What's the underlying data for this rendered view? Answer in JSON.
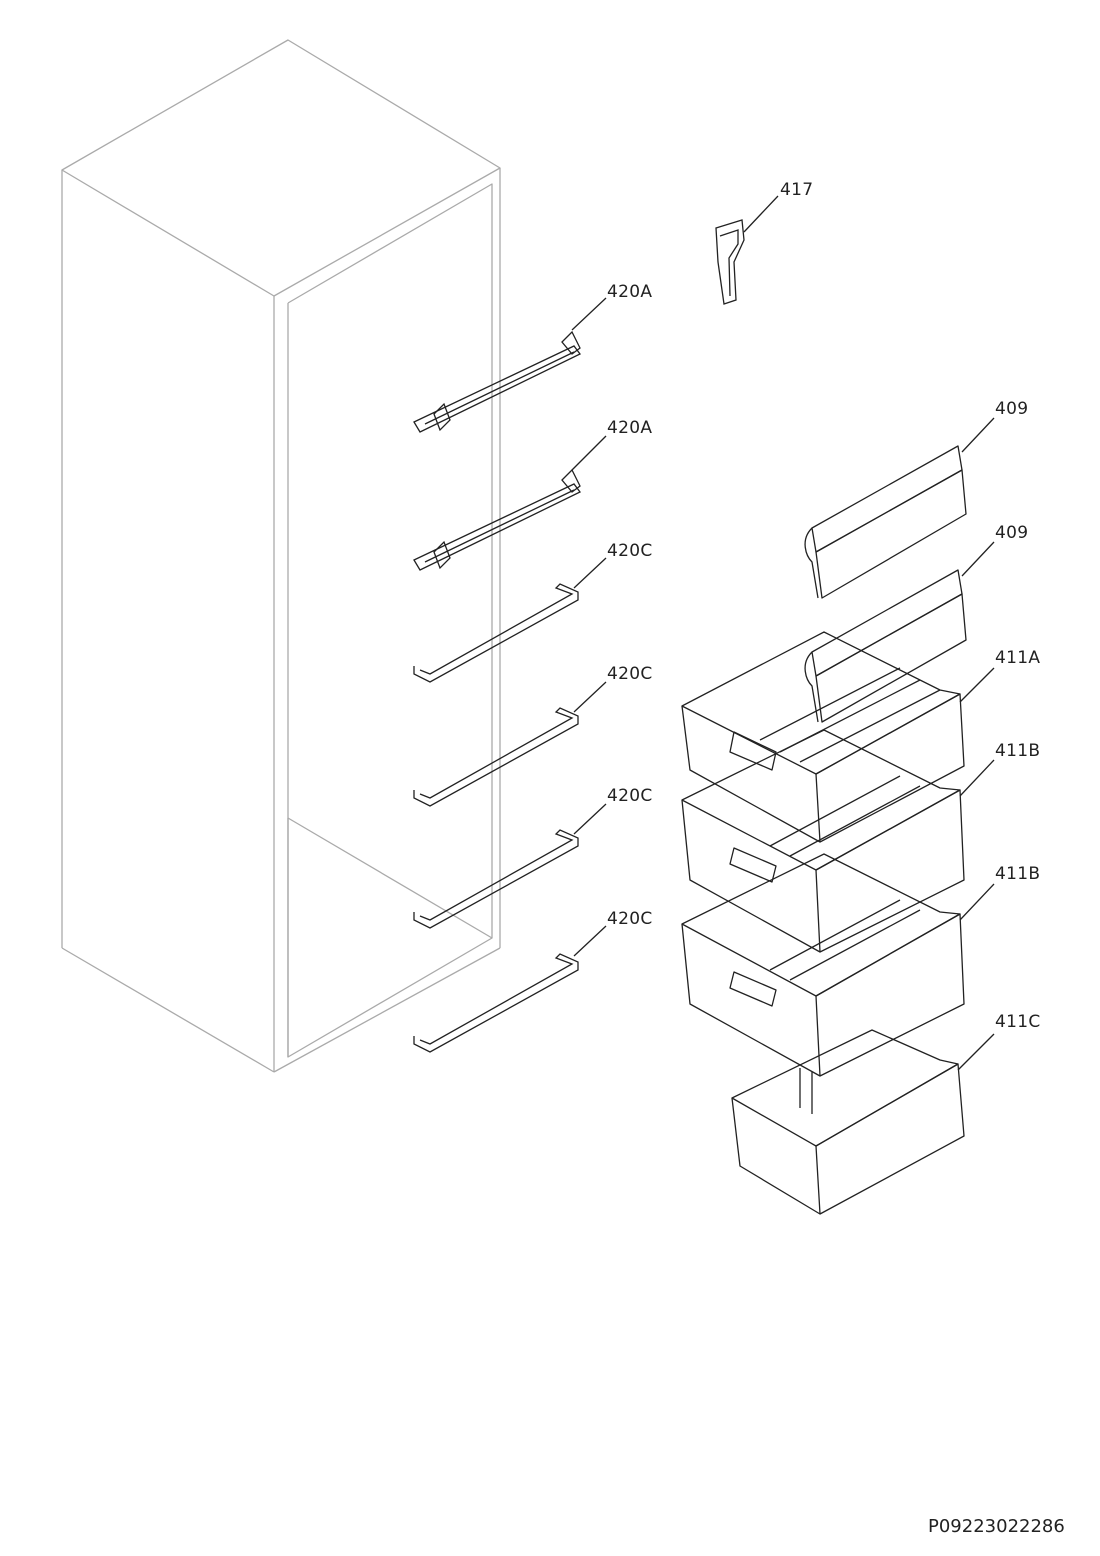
{
  "callouts": {
    "c417": "417",
    "c420a_1": "420A",
    "c420a_2": "420A",
    "c420c_1": "420C",
    "c420c_2": "420C",
    "c420c_3": "420C",
    "c420c_4": "420C",
    "c409_1": "409",
    "c409_2": "409",
    "c411a": "411A",
    "c411b_1": "411B",
    "c411b_2": "411B",
    "c411c": "411C"
  },
  "document_id": "P09223022286",
  "colors": {
    "cabinet_line": "#aaaaaa",
    "part_line": "#222222",
    "background": "#ffffff"
  }
}
